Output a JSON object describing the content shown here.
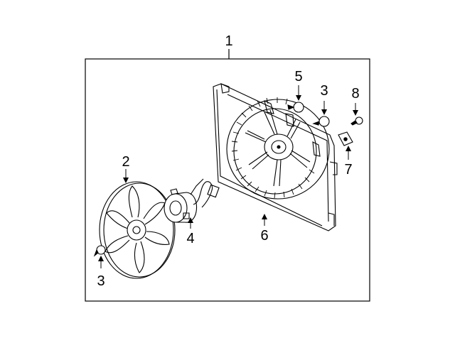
{
  "diagram": {
    "callouts": {
      "assembly": "1",
      "fan_blade": "2",
      "clip_upper": "3",
      "clip_lower": "3",
      "motor": "4",
      "nut": "5",
      "shroud": "6",
      "bracket": "7",
      "bolt": "8"
    }
  }
}
